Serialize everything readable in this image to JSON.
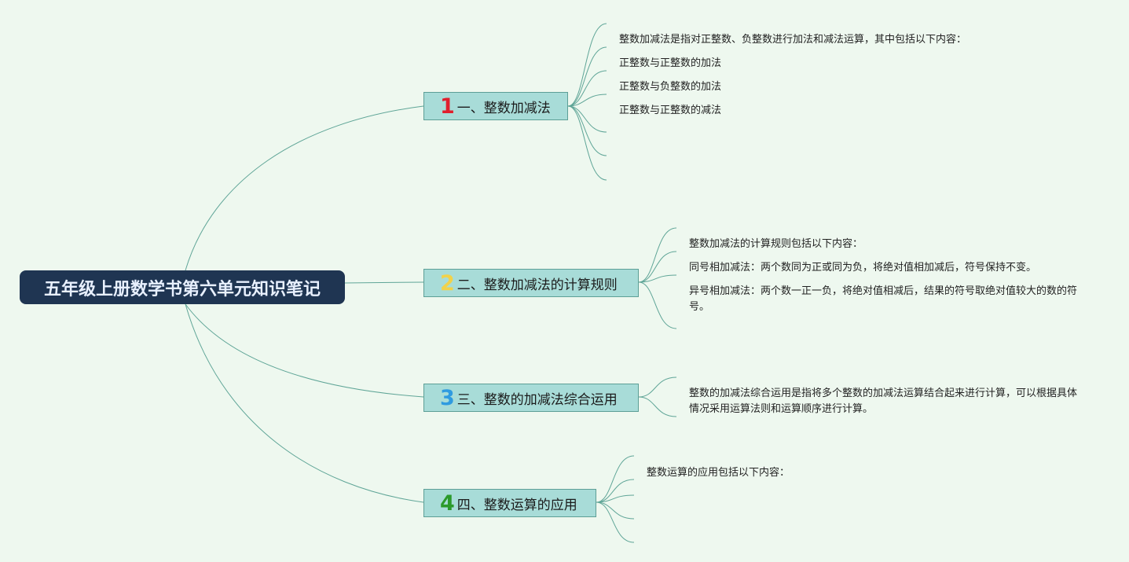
{
  "root": {
    "label": "五年级上册数学书第六单元知识笔记"
  },
  "colors": {
    "background": "#eef8ef",
    "root_fill": "#1f3552",
    "branch_fill": "#a8dcd8",
    "branch_border": "#5d9f96",
    "connector": "#5fa597",
    "num_1": "#e01f2d",
    "num_2": "#f2d24a",
    "num_3": "#2f9be0",
    "num_4": "#2b9a2b"
  },
  "branches": [
    {
      "number": "1",
      "label": "一、整数加减法",
      "leaves": [
        "整数加减法是指对正整数、负整数进行加法和减法运算，其中包括以下内容：",
        "正整数与正整数的加法",
        "正整数与负整数的加法",
        "正整数与正整数的减法"
      ]
    },
    {
      "number": "2",
      "label": "二、整数加减法的计算规则",
      "leaves": [
        "整数加减法的计算规则包括以下内容：",
        "同号相加减法：两个数同为正或同为负，将绝对值相加减后，符号保持不变。",
        "异号相加减法：两个数一正一负，将绝对值相减后，结果的符号取绝对值较大的数的符号。"
      ]
    },
    {
      "number": "3",
      "label": "三、整数的加减法综合运用",
      "leaves": [
        "整数的加减法综合运用是指将多个整数的加减法运算结合起来进行计算，可以根据具体情况采用运算法则和运算顺序进行计算。"
      ]
    },
    {
      "number": "4",
      "label": "四、整数运算的应用",
      "leaves": [
        "整数运算的应用包括以下内容："
      ]
    }
  ]
}
